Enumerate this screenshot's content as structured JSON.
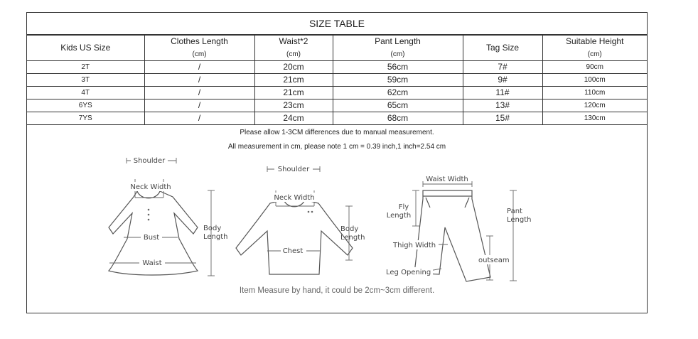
{
  "title": "SIZE TABLE",
  "headers": [
    {
      "label": "Kids US Size",
      "unit": ""
    },
    {
      "label": "Clothes Length",
      "unit": "(cm)"
    },
    {
      "label": "Waist*2",
      "unit": "(cm)"
    },
    {
      "label": "Pant Length",
      "unit": "(cm)"
    },
    {
      "label": "Tag Size",
      "unit": ""
    },
    {
      "label": "Suitable Height",
      "unit": "(cm)"
    }
  ],
  "rows": [
    [
      "2T",
      "/",
      "20cm",
      "56cm",
      "7#",
      "90cm"
    ],
    [
      "3T",
      "/",
      "21cm",
      "59cm",
      "9#",
      "100cm"
    ],
    [
      "4T",
      "/",
      "21cm",
      "62cm",
      "11#",
      "110cm"
    ],
    [
      "6YS",
      "/",
      "23cm",
      "65cm",
      "13#",
      "120cm"
    ],
    [
      "7YS",
      "/",
      "24cm",
      "68cm",
      "15#",
      "130cm"
    ]
  ],
  "notes": [
    "Please allow 1-3CM differences due to manual measurement.",
    "All measurement in cm, please note 1 cm = 0.39 inch,1 inch=2.54 cm"
  ],
  "diagram": {
    "dress": {
      "shoulder": "Shoulder",
      "neck_width": "Neck Width",
      "bust": "Bust",
      "waist": "Waist",
      "body_length_1": "Body",
      "body_length_2": "Length"
    },
    "shirt": {
      "shoulder": "Shoulder",
      "neck_width": "Neck Width",
      "chest": "Chest",
      "body_length_1": "Body",
      "body_length_2": "Length"
    },
    "pants": {
      "waist_width": "Waist Width",
      "fly_length_1": "Fly",
      "fly_length_2": "Length",
      "pant_length_1": "Pant",
      "pant_length_2": "Length",
      "thigh_width": "Thigh Width",
      "outseam": "outseam",
      "leg_opening": "Leg Opening"
    }
  },
  "footer": "Item Measure by hand, it could be 2cm~3cm different."
}
